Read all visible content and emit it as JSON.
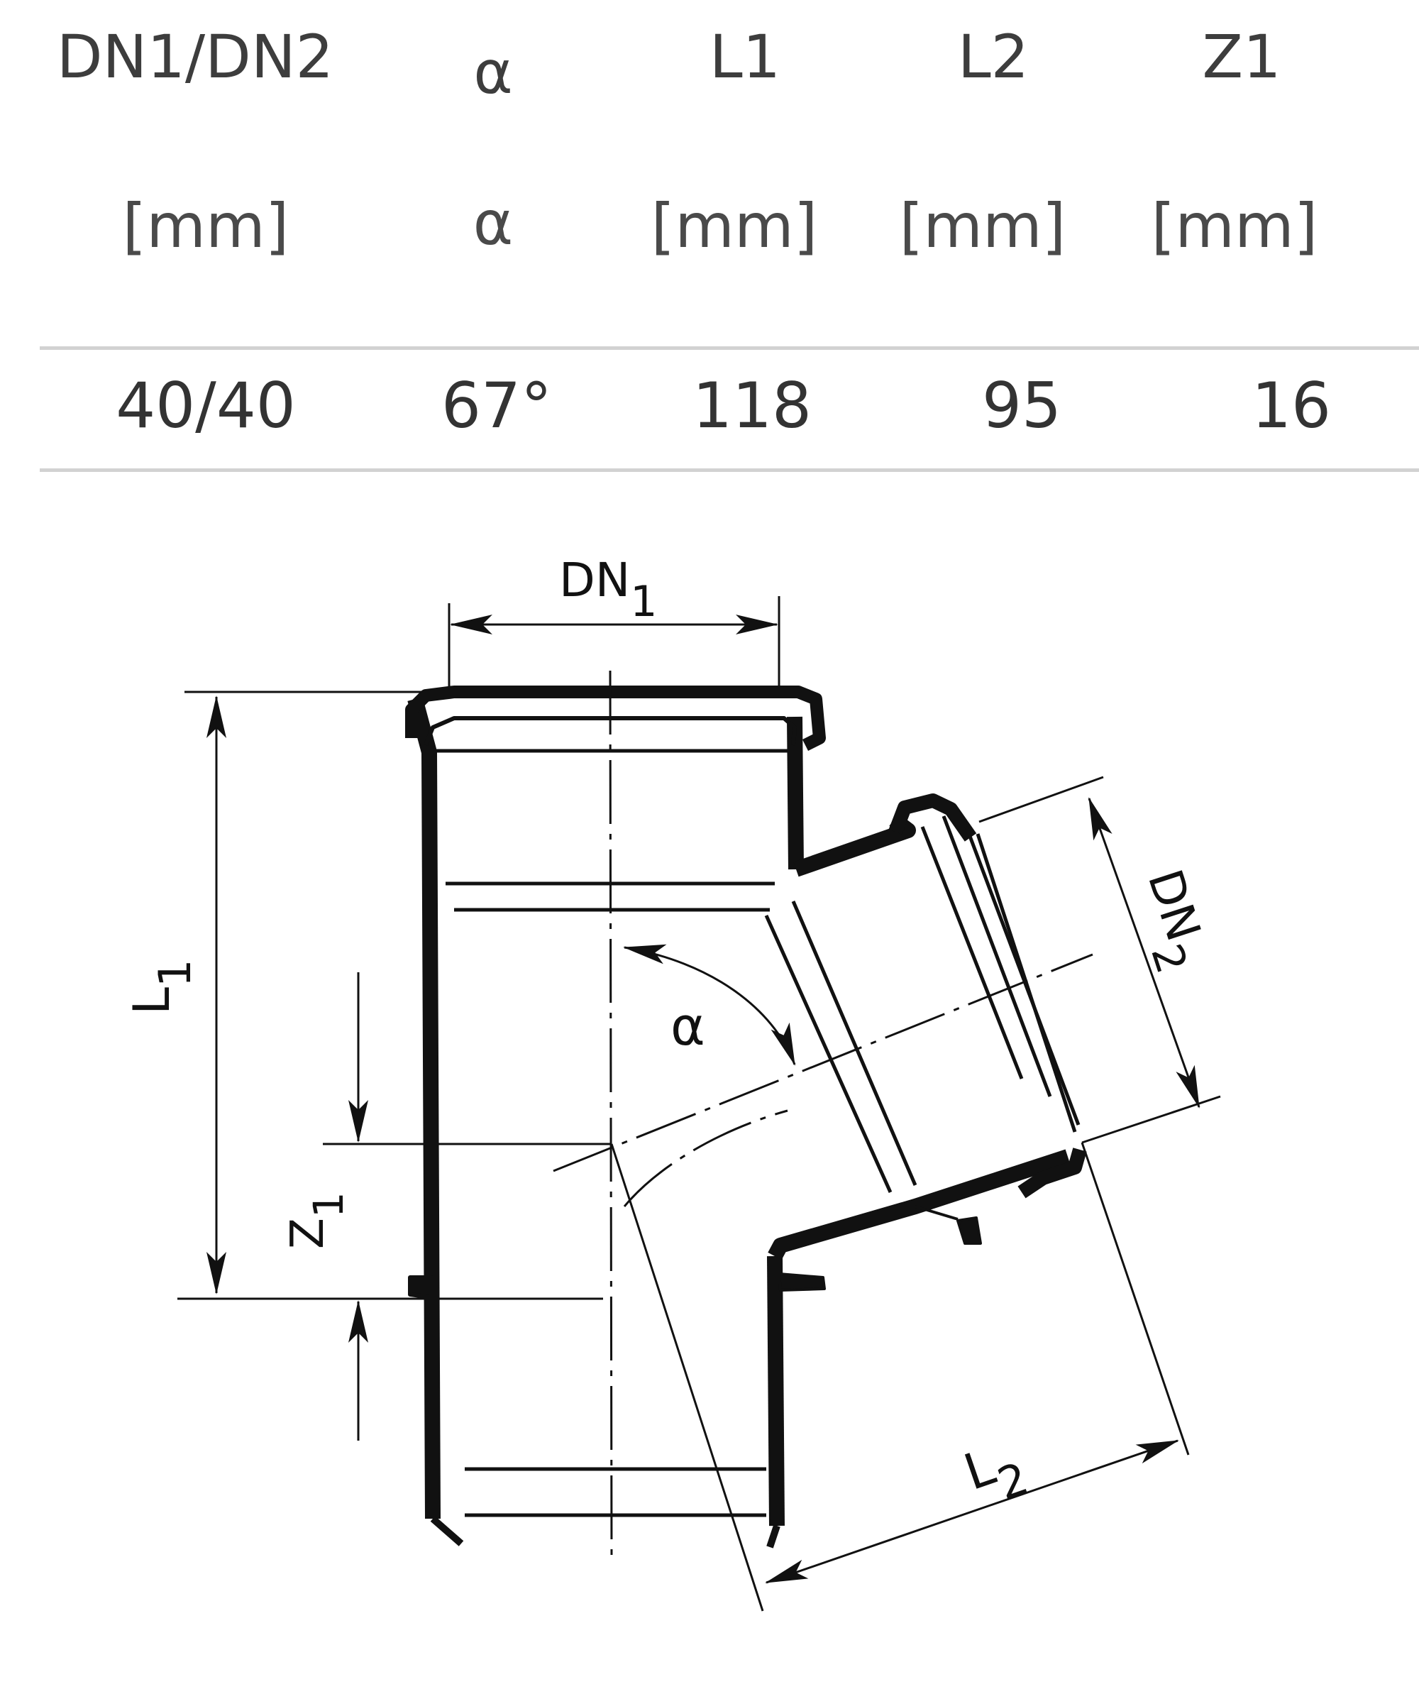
{
  "table": {
    "headers": [
      "DN1/DN2",
      "α",
      "L1",
      "L2",
      "Z1"
    ],
    "units": [
      "[mm]",
      "α",
      "[mm]",
      "[mm]",
      "[mm]"
    ],
    "rows": [
      [
        "40/40",
        "67°",
        "118",
        "95",
        "16"
      ]
    ]
  },
  "drawing": {
    "label_dn1": "DN",
    "sub_dn1": "1",
    "label_dn2": "DN",
    "sub_dn2": "2",
    "label_l1": "L",
    "sub_l1": "1",
    "label_l2": "L",
    "sub_l2": "2",
    "label_z1": "Z",
    "sub_z1": "1",
    "label_alpha": "α"
  }
}
